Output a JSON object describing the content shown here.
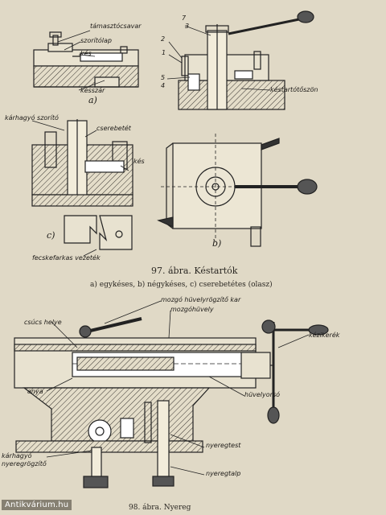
{
  "labels": {
    "tamasztocsavar": "támasztócsavar",
    "szoritolap": "szorítólap",
    "kes_a": "kés",
    "kesszar": "késszár",
    "a_sub": "a)",
    "n7": "7",
    "n3": "3",
    "n2": "2",
    "n1": "1",
    "n5": "5",
    "n4": "4",
    "kestartotoszon": "késtartótőszön",
    "karhagyo_szorito": "kárhagyó szorító",
    "cserebetet": "cserebetét",
    "kes_c": "kés",
    "c_sub": "c)",
    "b_sub": "b)",
    "fecskefarkas": "fecskefarkas vezeték",
    "mozgo_huvelyrogzito_kar": "mozgó hüvelyrögzítő kar",
    "csucs_helye": "csúcs helye",
    "mozgohuvely": "mozgóhüvely",
    "kezikerek": "kézikerék",
    "anya": "anya",
    "huvelyorso": "hüvelyorsó",
    "karhagyo_nyeregrogzito": "kárhagyó nyeregrögzítő",
    "nyeregtest": "nyeregtest",
    "nyeregtalp": "nyeregtalp"
  },
  "captions": {
    "fig97_title": "97. ábra. Késtartók",
    "fig97_sub": "a) egykéses, b) négykéses, c) cserebetétes (olasz)",
    "fig98_title": "98. ábra. Nyereg"
  },
  "watermark": "Antikvárium.hu"
}
